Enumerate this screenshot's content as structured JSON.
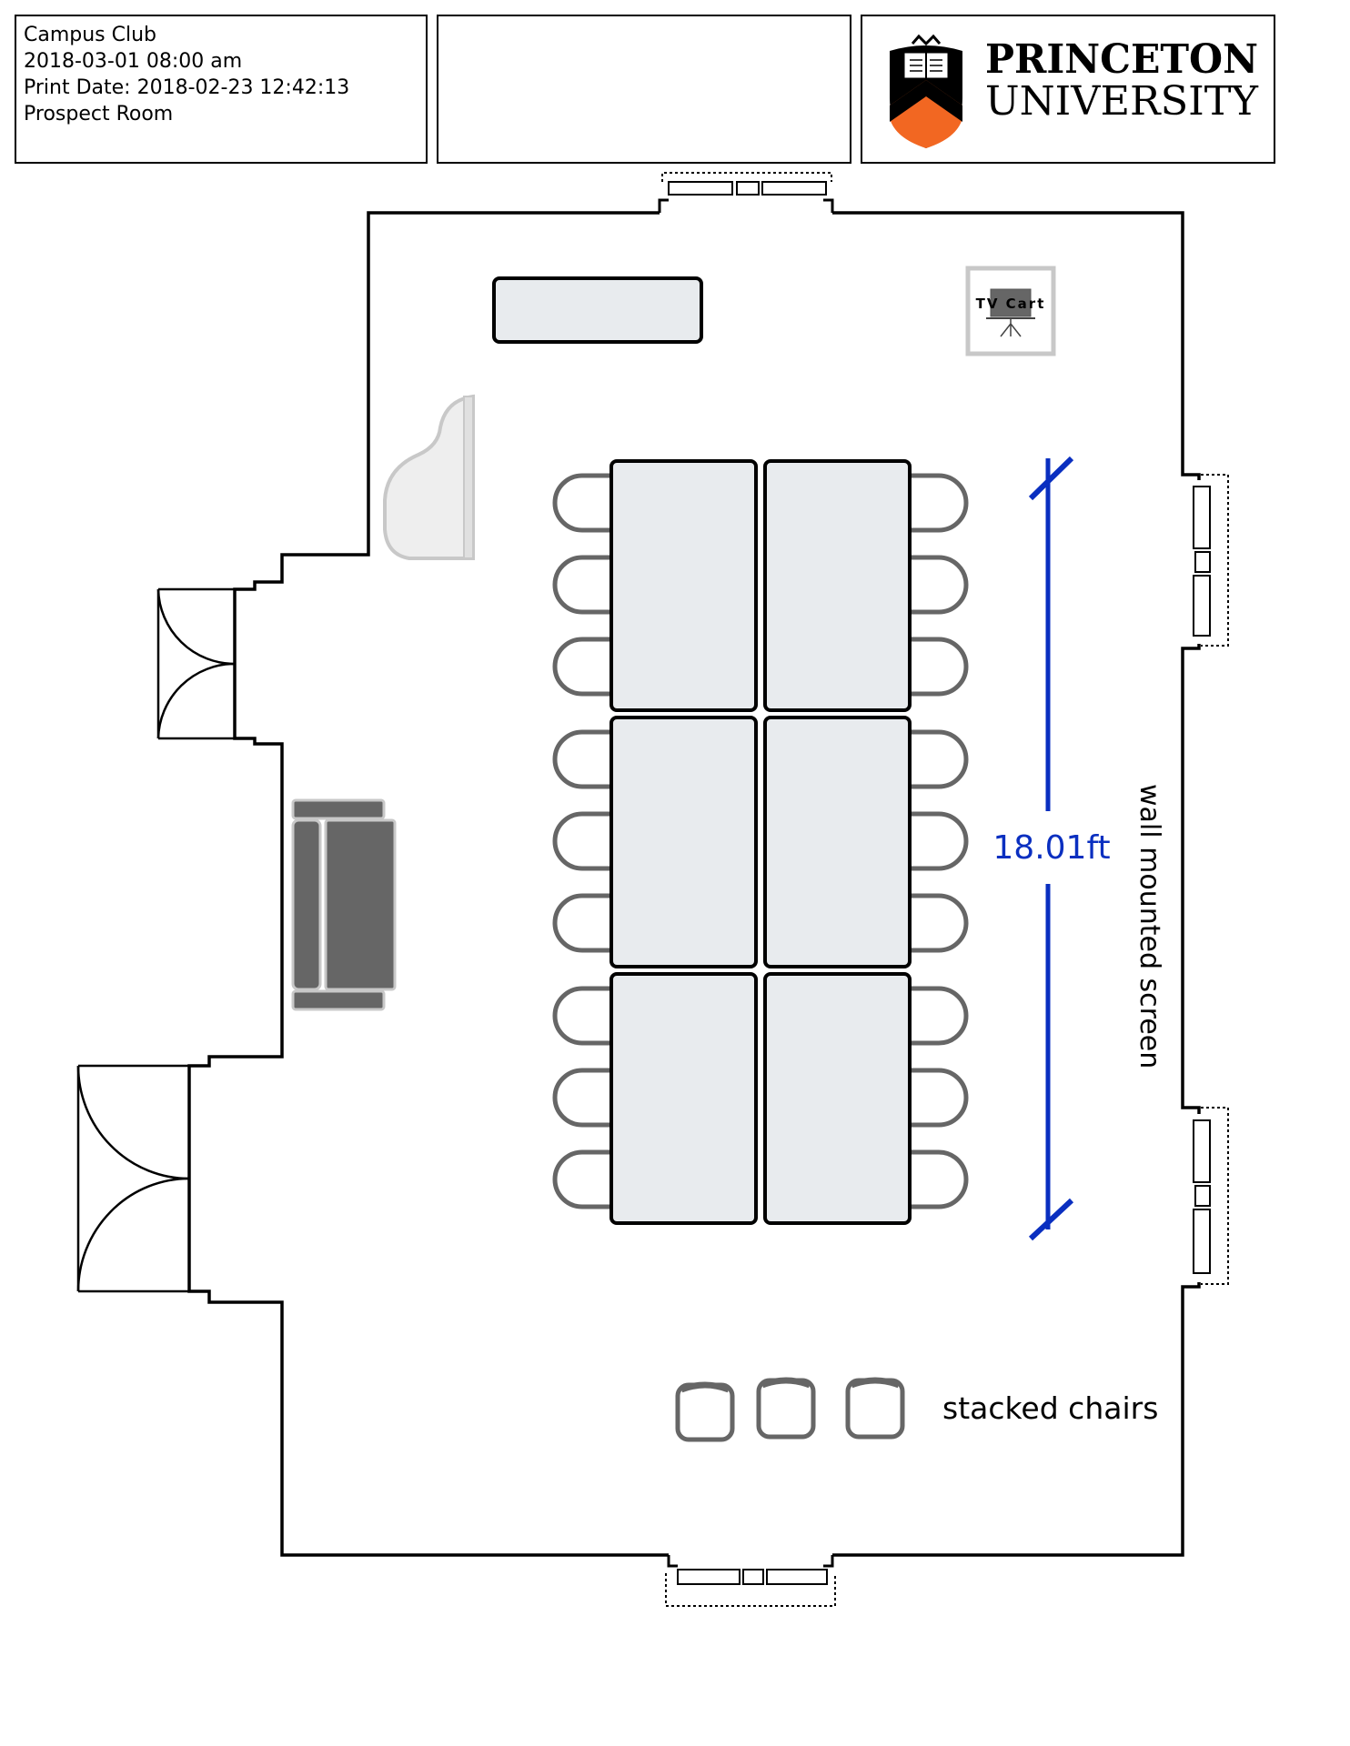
{
  "header": {
    "venue": "Campus Club",
    "event_datetime": "2018-03-01 08:00 am",
    "print_date": "Print Date: 2018-02-23 12:42:13",
    "room": "Prospect Room"
  },
  "logo": {
    "line1": "PRINCETON",
    "line2": "UNIVERSITY",
    "shield_colors": {
      "shield": "#000000",
      "chevron": "#f26722"
    }
  },
  "floorplan": {
    "tv_cart_label": "TV Cart",
    "dimension_label": "18.01ft",
    "dimension_color": "#0a2fc0",
    "screen_label": "wall mounted screen",
    "stacked_chairs_label": "stacked chairs",
    "furniture": {
      "table_count": 6,
      "chair_count": 18,
      "stacked_chair_count": 3
    },
    "colors": {
      "table_fill": "#e8ebee",
      "chair_stroke": "#666666",
      "sofa_fill": "#666666",
      "piano_stroke": "#c8c8c8"
    }
  }
}
